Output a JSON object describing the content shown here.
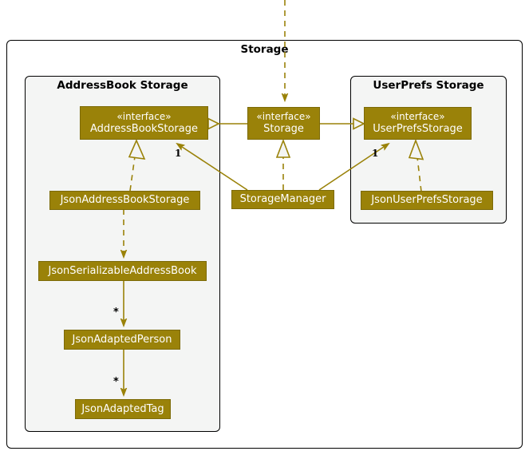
{
  "diagram": {
    "type": "uml-class-diagram",
    "outer_package": {
      "title": "Storage"
    },
    "packages": [
      {
        "id": "addressbook-storage",
        "title": "AddressBook Storage"
      },
      {
        "id": "userprefs-storage",
        "title": "UserPrefs Storage"
      }
    ],
    "classes": [
      {
        "id": "address-book-storage",
        "stereotype": "«interface»",
        "name": "AddressBookStorage"
      },
      {
        "id": "storage",
        "stereotype": "«interface»",
        "name": "Storage"
      },
      {
        "id": "user-prefs-storage",
        "stereotype": "«interface»",
        "name": "UserPrefsStorage"
      },
      {
        "id": "json-address-book-storage",
        "stereotype": "",
        "name": "JsonAddressBookStorage"
      },
      {
        "id": "storage-manager",
        "stereotype": "",
        "name": "StorageManager"
      },
      {
        "id": "json-user-prefs-storage",
        "stereotype": "",
        "name": "JsonUserPrefsStorage"
      },
      {
        "id": "json-serializable-address-book",
        "stereotype": "",
        "name": "JsonSerializableAddressBook"
      },
      {
        "id": "json-adapted-person",
        "stereotype": "",
        "name": "JsonAdaptedPerson"
      },
      {
        "id": "json-adapted-tag",
        "stereotype": "",
        "name": "JsonAdaptedTag"
      }
    ],
    "multiplicities": [
      {
        "id": "mult-addressbook",
        "label": "1"
      },
      {
        "id": "mult-userprefs",
        "label": "1"
      },
      {
        "id": "mult-persons",
        "label": "*"
      },
      {
        "id": "mult-tags",
        "label": "*"
      }
    ],
    "colors": {
      "class_fill": "#9a8209",
      "class_border": "#7c6a07",
      "class_text": "#ffffff",
      "line": "#9a8209",
      "package_fill": "#f4f5f4",
      "package_border": "#000000",
      "background": "#ffffff"
    }
  }
}
